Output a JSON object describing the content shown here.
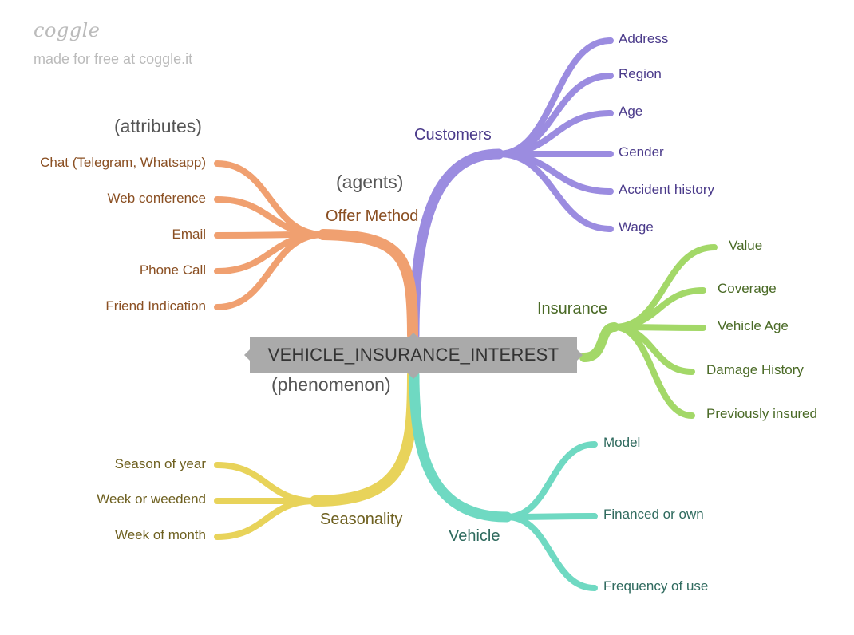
{
  "brand": {
    "logo": "coggle",
    "tagline": "made for free at coggle.it"
  },
  "central": {
    "label": "VEHICLE_INSURANCE_INTEREST",
    "note": "(phenomenon)"
  },
  "branches": {
    "customers": {
      "label": "Customers",
      "color": "#9b8ce0",
      "text_color": "#4a3a8a",
      "leaves": [
        "Address",
        "Region",
        "Age",
        "Gender",
        "Accident history",
        "Wage"
      ]
    },
    "offer_method": {
      "label": "Offer Method",
      "note": "(agents)",
      "group_note": "(attributes)",
      "color": "#f0a070",
      "text_color": "#8a4f22",
      "leaves": [
        "Chat (Telegram, Whatsapp)",
        "Web conference",
        "Email",
        "Phone Call",
        "Friend Indication"
      ]
    },
    "insurance": {
      "label": "Insurance",
      "color": "#a3d868",
      "text_color": "#4a6a26",
      "leaves": [
        "Value",
        "Coverage",
        "Vehicle Age",
        "Damage History",
        "Previously insured"
      ]
    },
    "seasonality": {
      "label": "Seasonality",
      "color": "#e8d35a",
      "text_color": "#6e6020",
      "leaves": [
        "Season of year",
        "Week or weedend",
        "Week of month"
      ]
    },
    "vehicle": {
      "label": "Vehicle",
      "color": "#6fd9c2",
      "text_color": "#2f6a5e",
      "leaves": [
        "Model",
        "Financed or own",
        "Frequency of use"
      ]
    }
  }
}
